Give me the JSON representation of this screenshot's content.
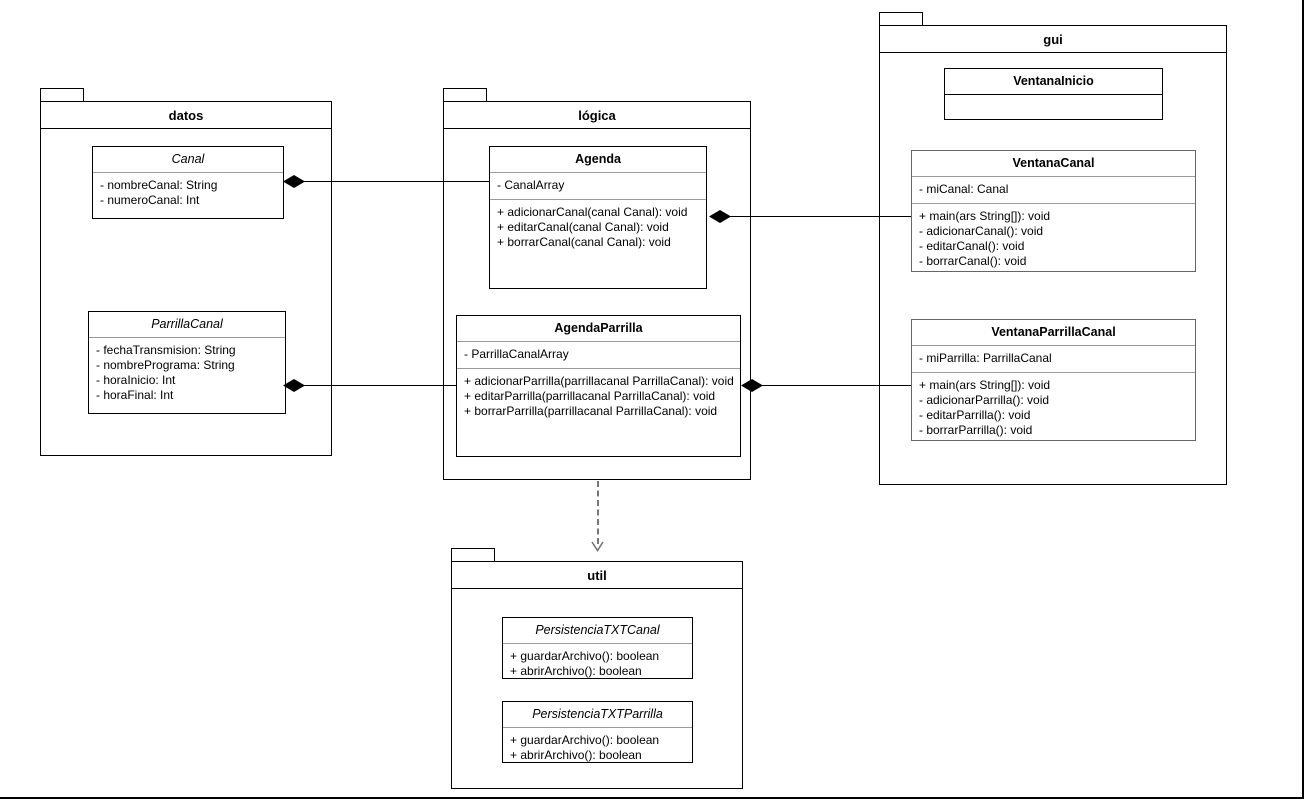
{
  "diagram": {
    "title": "UML package and class diagram",
    "colors": {
      "background": "#ffffff",
      "stroke": "#000000",
      "gray_stroke": "#666666",
      "dashed_connector": "#777777"
    }
  },
  "packages": [
    {
      "id": "datos",
      "name": "datos",
      "classes": [
        {
          "id": "canal",
          "name": "Canal",
          "abstract": true,
          "attributes": [
            "- nombreCanal: String",
            "- numeroCanal: Int"
          ],
          "operations": []
        },
        {
          "id": "parrillacanal",
          "name": "ParrillaCanal",
          "abstract": true,
          "attributes": [
            "- fechaTransmision: String",
            "- nombrePrograma: String",
            "- horaInicio: Int",
            "- horaFinal: Int"
          ],
          "operations": []
        }
      ]
    },
    {
      "id": "logica",
      "name": "lógica",
      "classes": [
        {
          "id": "agenda",
          "name": "Agenda",
          "abstract": false,
          "attributes": [
            "- CanalArray"
          ],
          "operations": [
            "+ adicionarCanal(canal Canal): void",
            "+ editarCanal(canal Canal): void",
            "+ borrarCanal(canal Canal): void"
          ]
        },
        {
          "id": "agendaparrilla",
          "name": "AgendaParrilla",
          "abstract": false,
          "attributes": [
            "- ParrillaCanalArray"
          ],
          "operations": [
            "+ adicionarParrilla(parrillacanal ParrillaCanal): void",
            "+ editarParrilla(parrillacanal ParrillaCanal): void",
            "+ borrarParrilla(parrillacanal ParrillaCanal): void"
          ]
        }
      ]
    },
    {
      "id": "gui",
      "name": "gui",
      "classes": [
        {
          "id": "ventanainicio",
          "name": "VentanaInicio",
          "abstract": false,
          "attributes": [],
          "operations": []
        },
        {
          "id": "ventanacanal",
          "name": "VentanaCanal",
          "abstract": false,
          "attributes": [
            "- miCanal: Canal"
          ],
          "operations": [
            "+ main(ars String[]): void",
            "- adicionarCanal(): void",
            "- editarCanal(): void",
            "- borrarCanal(): void"
          ]
        },
        {
          "id": "ventanaparrillacanal",
          "name": "VentanaParrillaCanal",
          "abstract": false,
          "attributes": [
            "- miParrilla: ParrillaCanal"
          ],
          "operations": [
            "+ main(ars String[]): void",
            "- adicionarParrilla(): void",
            "- editarParrilla(): void",
            "- borrarParrilla(): void"
          ]
        }
      ]
    },
    {
      "id": "util",
      "name": "util",
      "classes": [
        {
          "id": "persistenciatxtcanal",
          "name": "PersistenciaTXTCanal",
          "abstract": true,
          "attributes": [],
          "operations": [
            "+ guardarArchivo(): boolean",
            "+ abrirArchivo(): boolean"
          ]
        },
        {
          "id": "persistenciatxtparrilla",
          "name": "PersistenciaTXTParrilla",
          "abstract": true,
          "attributes": [],
          "operations": [
            "+ guardarArchivo(): boolean",
            "+ abrirArchivo(): boolean"
          ]
        }
      ]
    }
  ],
  "connectors": [
    {
      "id": "canal-agenda",
      "type": "composition",
      "from": "canal",
      "to": "agenda"
    },
    {
      "id": "agenda-ventanacanal",
      "type": "composition",
      "from": "agenda",
      "to": "ventanacanal"
    },
    {
      "id": "parrillacanal-agendaparrilla",
      "type": "composition",
      "from": "parrillacanal",
      "to": "agendaparrilla"
    },
    {
      "id": "agendaparrilla-ventanaparrillacanal",
      "type": "composition",
      "from": "agendaparrilla",
      "to": "ventanaparrillacanal"
    },
    {
      "id": "logica-util",
      "type": "dependency",
      "from": "logica",
      "to": "util"
    }
  ]
}
